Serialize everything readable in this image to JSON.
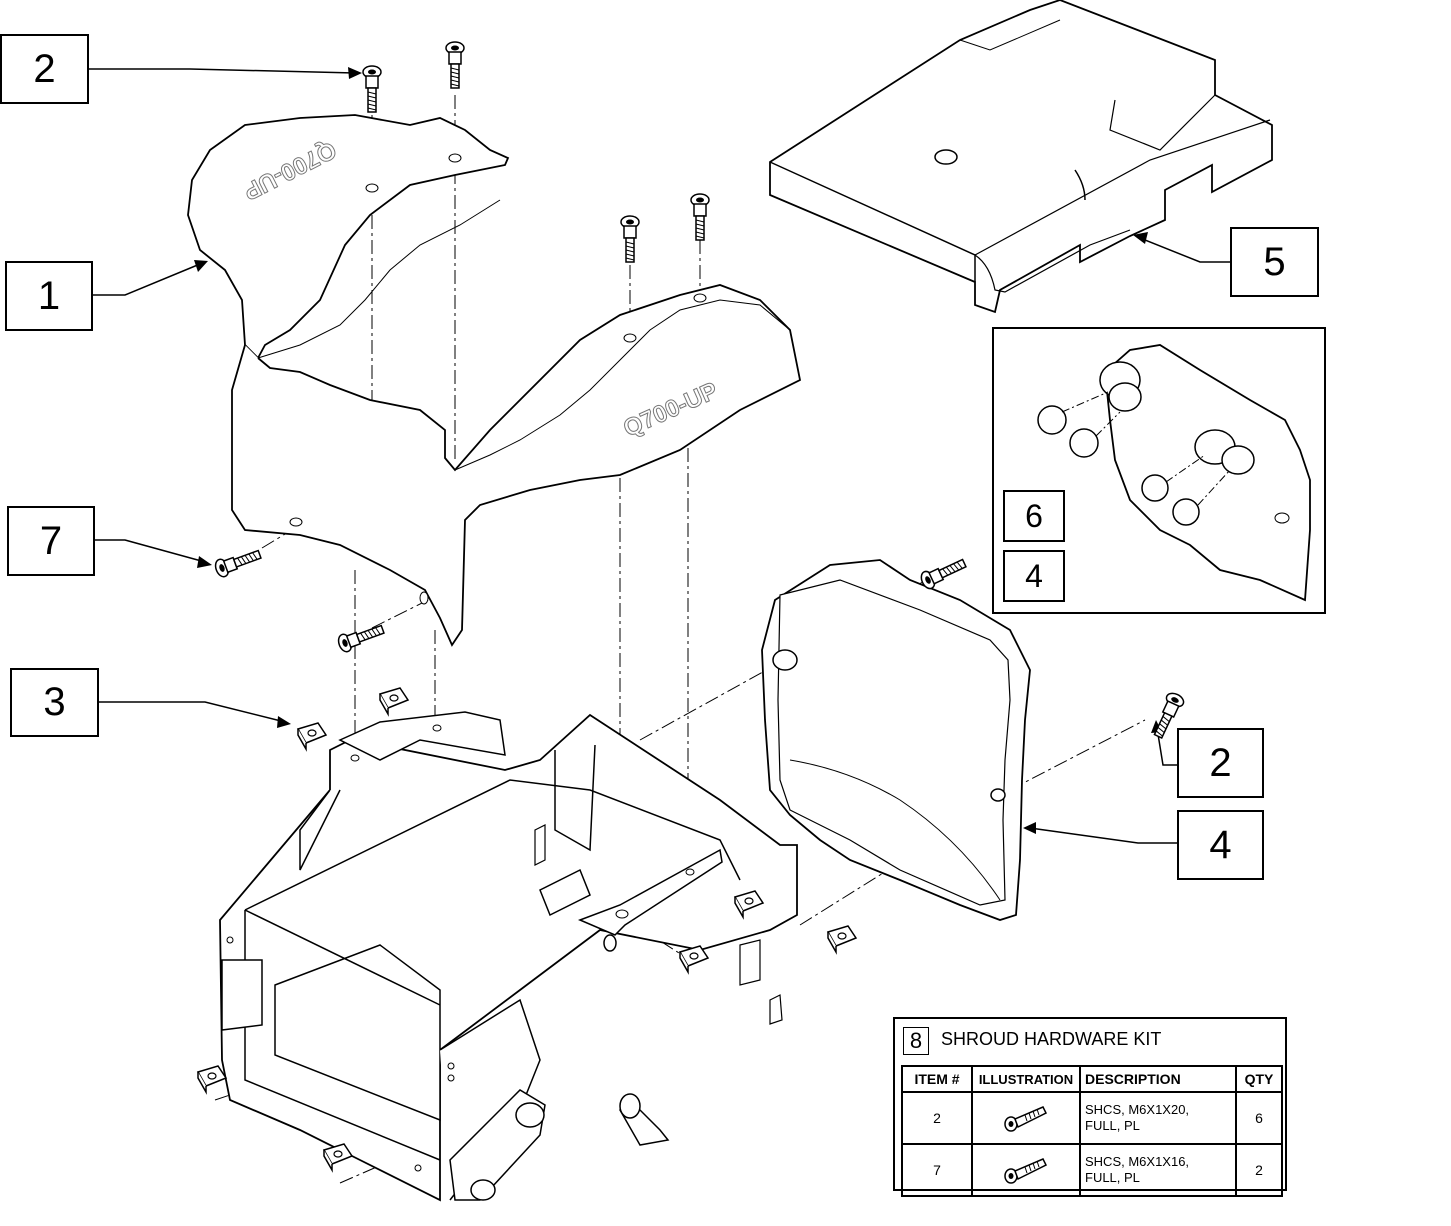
{
  "callouts": [
    {
      "id": "c2a",
      "label": "2"
    },
    {
      "id": "c1",
      "label": "1"
    },
    {
      "id": "c7",
      "label": "7"
    },
    {
      "id": "c3",
      "label": "3"
    },
    {
      "id": "c5",
      "label": "5"
    },
    {
      "id": "c6",
      "label": "6"
    },
    {
      "id": "c4a",
      "label": "4"
    },
    {
      "id": "c2b",
      "label": "2"
    },
    {
      "id": "c4b",
      "label": "4"
    }
  ],
  "shroud_logo_text": "Q700-UP",
  "kit": {
    "number": "8",
    "title": "SHROUD HARDWARE KIT",
    "headers": [
      "ITEM #",
      "ILLUSTRATION",
      "DESCRIPTION",
      "QTY"
    ],
    "rows": [
      {
        "item": "2",
        "illustration": "screw-icon",
        "desc_line1": "SHCS, M6X1X20,",
        "desc_line2": "FULL, PL",
        "qty": "6"
      },
      {
        "item": "7",
        "illustration": "screw-icon",
        "desc_line1": "SHCS, M6X1X16,",
        "desc_line2": "FULL, PL",
        "qty": "2"
      }
    ]
  }
}
